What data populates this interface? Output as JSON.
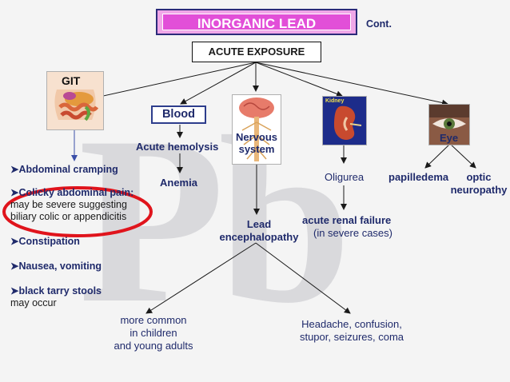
{
  "title": "INORGANIC LEAD",
  "cont": "Cont.",
  "exposure": "ACUTE EXPOSURE",
  "watermark": "Pb",
  "branches": {
    "git": "GIT",
    "blood": "Blood",
    "nervous": "Nervous system",
    "kidney_tag": "Kidney",
    "eye": "Eye"
  },
  "git_effects": {
    "cramping": "Abdominal cramping",
    "colic_head": "Colicky abdominal pain:",
    "colic_line1": "may be severe suggesting",
    "colic_line2": "biliary colic or appendicitis",
    "constipation": "Constipation",
    "nausea": "Nausea, vomiting",
    "stools": "black tarry stools",
    "stools_note": "may occur"
  },
  "blood_effects": {
    "hemolysis": "Acute hemolysis",
    "anemia": "Anemia"
  },
  "nervous_effects": {
    "lead": "Lead",
    "encephalopathy": "encephalopathy",
    "children_1": "more common",
    "children_2": "in children",
    "children_3": "and young adults",
    "symptoms_1": "Headache, confusion,",
    "symptoms_2": "stupor, seizures, coma"
  },
  "kidney_effects": {
    "oliguria": "Oligurea",
    "failure": "acute renal failure",
    "failure_note": "(in severe cases)"
  },
  "eye_effects": {
    "papilledema": "papilledema",
    "optic_1": "optic",
    "optic_2": "neuropathy"
  },
  "colors": {
    "navy": "#1f2a6b",
    "title_magenta": "#e24fd8",
    "highlight_red": "#e0141c"
  }
}
